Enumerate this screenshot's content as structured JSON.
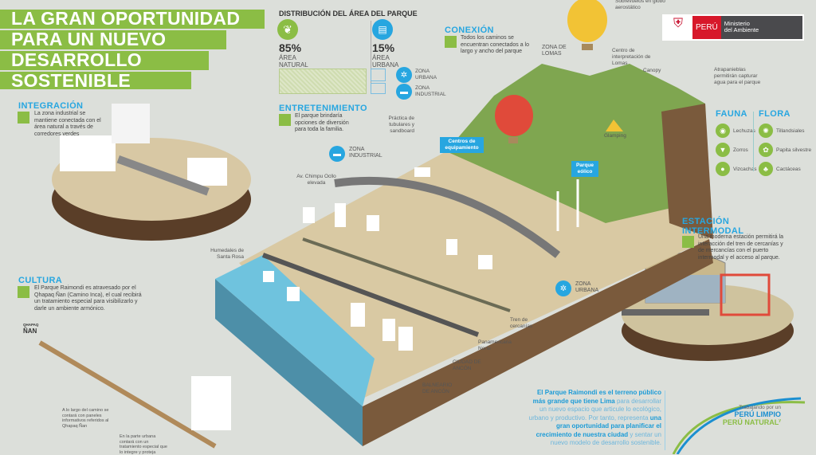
{
  "title": {
    "line1": "LA GRAN OPORTUNIDAD",
    "line2": "PARA UN NUEVO",
    "line3": "DESARROLLO",
    "line4": "SOSTENIBLE"
  },
  "distribution": {
    "heading": "DISTRIBUCIÓN DEL ÁREA DEL PARQUE",
    "natural_pct": "85%",
    "natural_label1": "ÁREA",
    "natural_label2": "NATURAL",
    "natural_value": 85,
    "urban_pct": "15%",
    "urban_label1": "ÁREA",
    "urban_label2": "URBANA",
    "urban_value": 15,
    "zone_urbana": "ZONA URBANA",
    "zone_industrial": "ZONA INDUSTRIAL"
  },
  "conexion": {
    "title": "CONEXIÓN",
    "text": "Todos los caminos se encuentran conectados a lo largo y ancho del parque"
  },
  "entretenimiento": {
    "title": "ENTRETENIMIENTO",
    "text": "El parque brindaría opciones de diversión para toda la familia."
  },
  "integracion": {
    "title": "INTEGRACIÓN",
    "text": "La zona industrial se mantiene conectada con el área natural a través de corredores verdes"
  },
  "cultura": {
    "title": "CULTURA",
    "text": "El Parque Raimondi es atravesado por el Qhapaq Ñan (Camino Inca), el cual recibirá un tratamiento especial para visibilizarlo y darle un ambiente armónico.",
    "qhapaq_small": "QHAPAQ",
    "qhapaq_big": "ÑAN",
    "note1": "A lo largo del camino se contará con paneles informativos referidos al Qhapaq Ñan",
    "note2": "En la parte urbana contará con un tratamiento especial que lo integre y proteja"
  },
  "estacion": {
    "title1": "ESTACIÓN",
    "title2": "INTERMODAL",
    "text": "Una moderna estación permitirá la interacción del tren de cercanías y de mercancías con el puerto intermodal y el acceso al parque."
  },
  "logo": {
    "peru": "PERÚ",
    "ministry1": "Ministerio",
    "ministry2": "del Ambiente"
  },
  "fauna": {
    "title": "FAUNA",
    "items": [
      "Lechuzas",
      "Zorros",
      "Vizcachas"
    ]
  },
  "flora": {
    "title": "FLORA",
    "items": [
      "Tillandsiales",
      "Papita silvestre",
      "Cactáceas"
    ]
  },
  "labels": {
    "globo": "Sobrevuelos en globo aerostático",
    "zona_lomas": "ZONA DE LOMAS",
    "centro": "Centro de interpretación de Lomas",
    "canopy": "Canopy",
    "atrapanieblas": "Atrapanieblas permitirán capturar agua para el parque",
    "glamping": "Glamping",
    "tubulares": "Práctica de tubulares y sandboard",
    "centros_equip": "Centros de equipamiento",
    "parque_eolico": "Parque eólico",
    "zona_industrial": "ZONA INDUSTRIAL",
    "av_chimpu": "Av. Chimpu Ocllo elevada",
    "humedales": "Humedales de Santa Rosa",
    "zona_urbana": "ZONA URBANA",
    "tren": "Tren de cercanías",
    "panamericana": "Panamericana Norte",
    "ciudad_ancon": "CIUDAD DE ANCÓN",
    "balneario": "BALNEARIO DE ANCÓN"
  },
  "bottom": {
    "b1": "El Parque Raimondi es el terreno público más grande que tiene Lima",
    "t1": " para desarrollar un nuevo espacio que articule lo ecológico, urbano y productivo. Por tanto, representa ",
    "b2": "una gran oportunidad para planificar el crecimiento de nuestra ciudad",
    "t2": " y sentar un nuevo modelo de desarrollo sostenible."
  },
  "slogan": {
    "line1": "Trabajando por un",
    "line2": "PERÚ LIMPIO",
    "line3": "PERÚ NATURAL",
    "y": "y"
  },
  "colors": {
    "green": "#8bbd45",
    "blue": "#27a6e0",
    "bg": "#dcdfda"
  }
}
